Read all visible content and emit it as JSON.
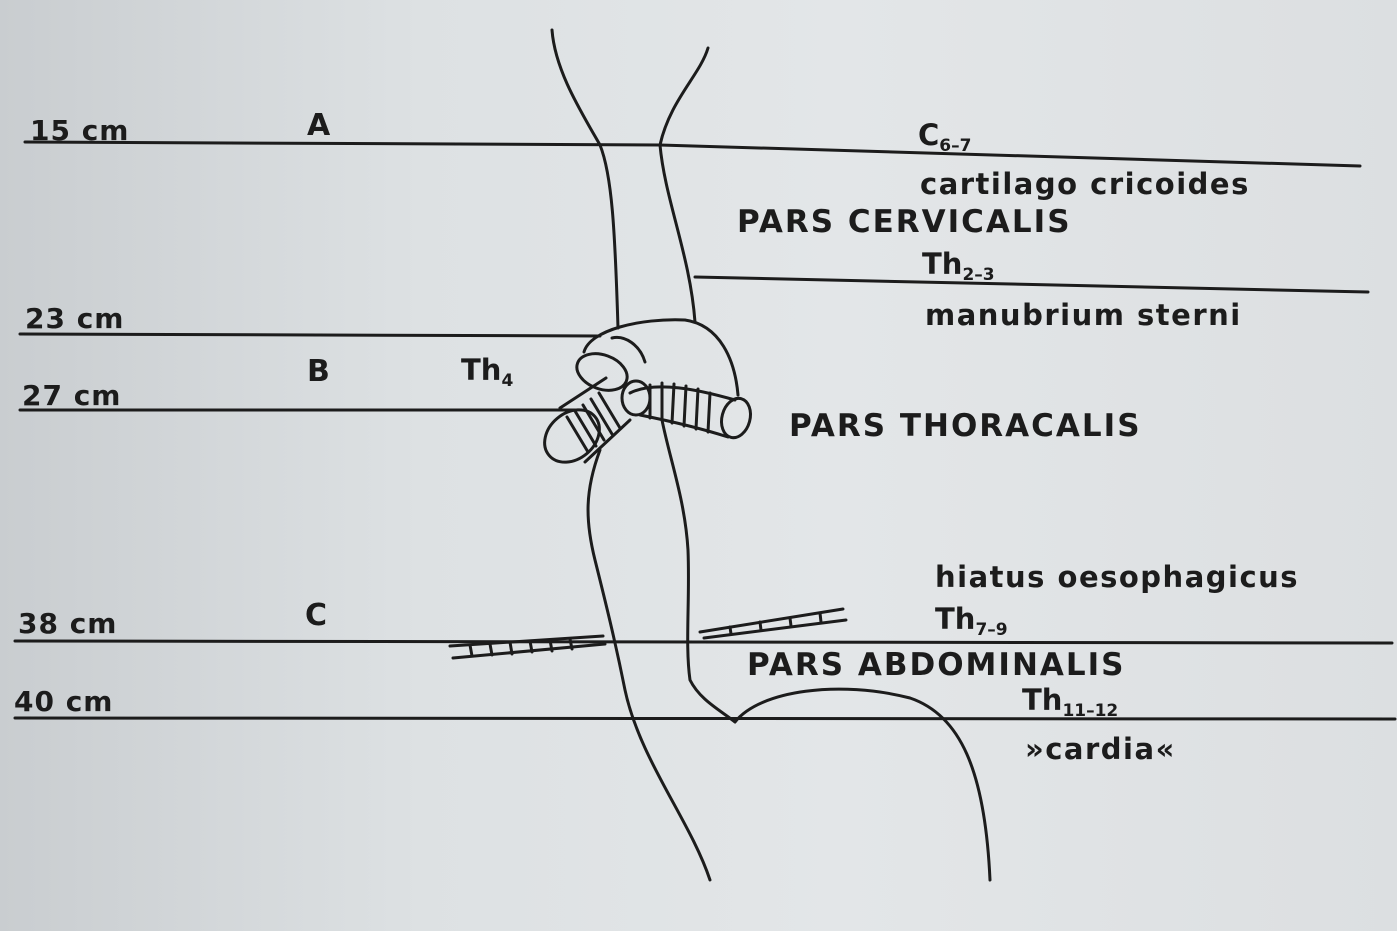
{
  "depth_markers": [
    {
      "id": "15",
      "label": "15 cm"
    },
    {
      "id": "23",
      "label": "23 cm"
    },
    {
      "id": "27",
      "label": "27 cm"
    },
    {
      "id": "38",
      "label": "38 cm"
    },
    {
      "id": "40",
      "label": "40 cm"
    }
  ],
  "constrictions": {
    "a": "A",
    "b": "B",
    "c": "C"
  },
  "vertebrae": [
    {
      "base": "C",
      "sub": "6–7"
    },
    {
      "base": "Th",
      "sub": "2–3"
    },
    {
      "base": "Th",
      "sub": "4"
    },
    {
      "base": "Th",
      "sub": "7–9"
    },
    {
      "base": "Th",
      "sub": "11–12"
    }
  ],
  "landmarks": {
    "cricoid": "cartilago cricoides",
    "manubrium": "manubrium sterni",
    "hiatus": "hiatus oesophagicus",
    "cardia": "»cardia«"
  },
  "sections": {
    "cervical": "PARS CERVICALIS",
    "thoracic": "PARS THORACALIS",
    "abdominal": "PARS ABDOMINALIS"
  },
  "colors": {
    "ink": "#1c1c1c",
    "paper": "#dde1e3"
  }
}
